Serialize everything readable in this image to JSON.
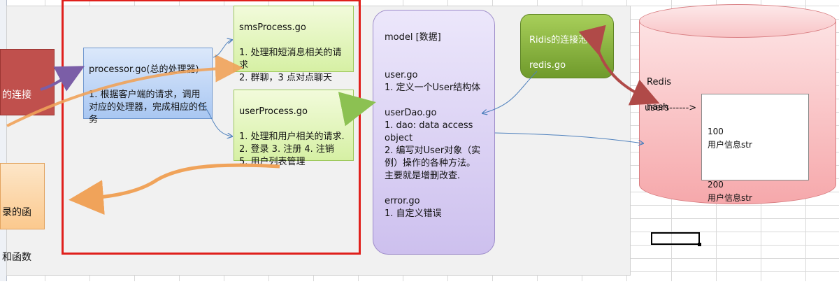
{
  "red_box": {
    "text": "的连接"
  },
  "orange_box": {
    "lines": [
      "录的函",
      "和函数"
    ]
  },
  "processor": {
    "title": "processor.go(总的处理器)",
    "text": "1. 根据客户端的请求，调用对应的处理器，完成相应的任务"
  },
  "sms": {
    "title": "smsProcess.go",
    "text": "1. 处理和短消息相关的请求\n2. 群聊，3 点对点聊天"
  },
  "user": {
    "title": "userProcess.go",
    "text": "1. 处理和用户相关的请求.\n2. 登录 3. 注册 4. 注销\n5. 用户列表管理"
  },
  "model": {
    "title": "model [数据]",
    "text": "user.go\n1. 定义一个User结构体\n\nuserDao.go\n1. dao: data access object\n2. 编写对User对象（实例）操作的各种方法。主要就是增删改查.\n\nerror.go\n1. 自定义错误"
  },
  "ridis": {
    "title": "Ridis的连接池",
    "file": "redis.go"
  },
  "redis": {
    "title": "Redis",
    "subtitle": "hash",
    "users_label": "users------>"
  },
  "hash_rows": [
    {
      "id": "100",
      "value": "用户信息str"
    },
    {
      "id": "200",
      "value": "用户信息str"
    }
  ],
  "colors": {
    "frame": "#e0201c",
    "orange_arrow": "#f0a35a",
    "purple_arrow": "#7b5ea7",
    "green_arrow": "#8cc152",
    "darkred_arrow": "#b04a48",
    "blue_line": "#4f81bd"
  }
}
